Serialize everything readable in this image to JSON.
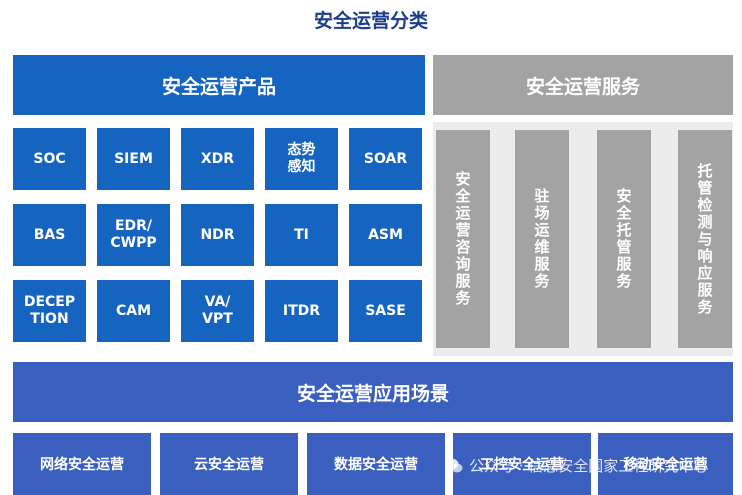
{
  "title": "安全运营分类",
  "products_header": "安全运营产品",
  "services_header": "安全运营服务",
  "products": [
    [
      "SOC",
      "SIEM",
      "XDR",
      "态势\n感知",
      "SOAR"
    ],
    [
      "BAS",
      "EDR/\nCWPP",
      "NDR",
      "TI",
      "ASM"
    ],
    [
      "DECEP\nTION",
      "CAM",
      "VA/\nVPT",
      "ITDR",
      "SASE"
    ]
  ],
  "services": [
    "安全运营咨询服务",
    "驻场运维服务",
    "安全托管服务",
    "托管检测与响应服务"
  ],
  "scenarios_header": "安全运营应用场景",
  "scenarios": [
    "网络安全运营",
    "云安全运营",
    "数据安全运营",
    "工控安全运营",
    "移动安全运营"
  ],
  "watermark": "公众号 · 信息安全国家工程研究中心"
}
